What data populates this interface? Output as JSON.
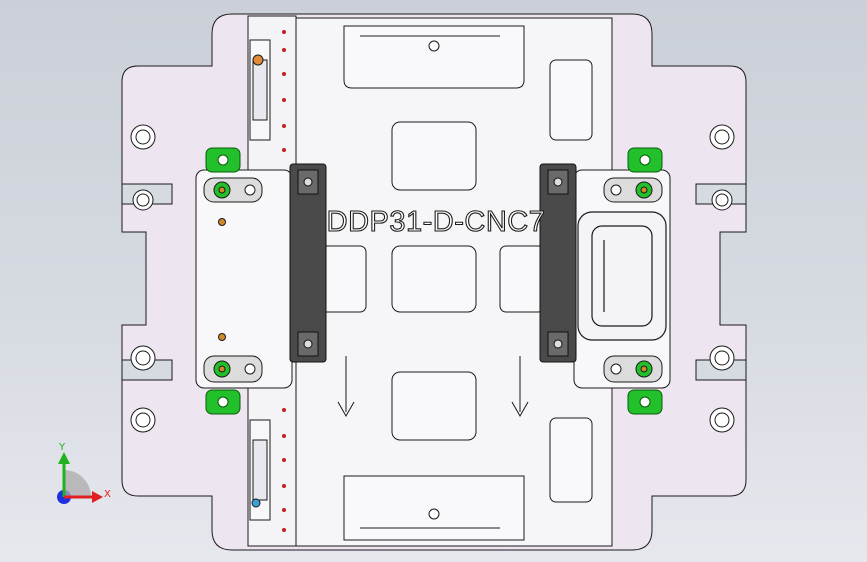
{
  "viewport": {
    "view_orientation": "Front (XY plane)",
    "background_gradient": [
      "#cbd0d8",
      "#e6e8ee"
    ]
  },
  "model": {
    "engraved_label": "DDP31-D-CNC7",
    "colors": {
      "base_plate": "#ede6f0",
      "carrier_plate": "#f5f5f7",
      "handle_block": "#4a4a4a",
      "clamp_pad": "#22c02a",
      "locator_pin": "#d08a2a",
      "edge_line": "#1a1a1a"
    }
  },
  "triad": {
    "x_label": "X",
    "y_label": "Y",
    "x_color": "#e02020",
    "y_color": "#20b020",
    "z_color": "#2030e0"
  }
}
